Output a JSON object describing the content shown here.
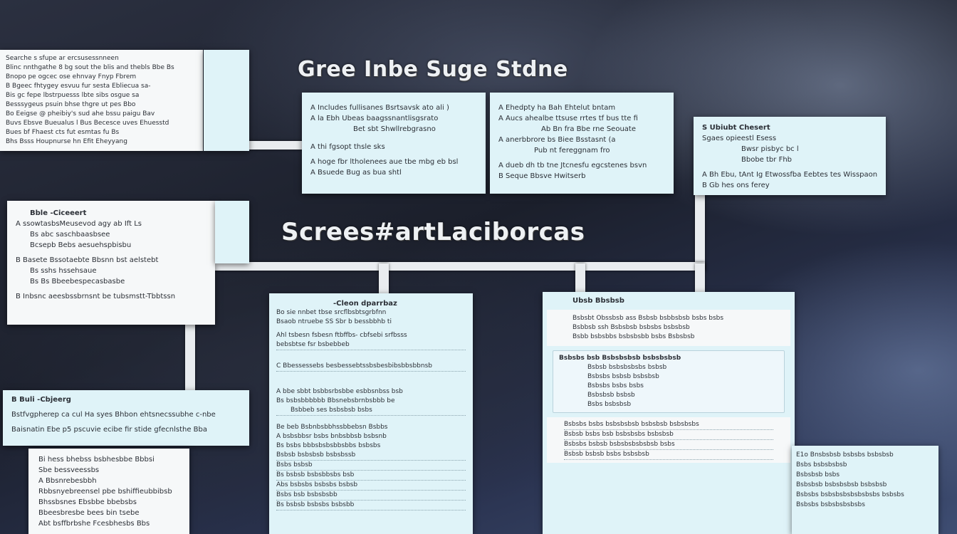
{
  "headings": {
    "top": "Gree Inbe Suge Stdne",
    "middle": "Screes#artLaciborcas"
  },
  "nodes": {
    "top_left": {
      "lines": [
        "Searche s sfupe ar ercsusessnneen",
        "Blinc nnthgathe 8 bg sout the blis and thebls Bbe Bs",
        "Bnopo pe ogcec ose ehnvay Fnyp Fbrem",
        "B Bgeec fhtygey esvuu fur sesta Ebliecua sa-",
        "Bis gc fepe lbstrpuesss lbte sibs osgue sa",
        "Besssygeus psuin bhse thgre ut pes Bbo",
        "Bo Eeigse @ pheibiy's sud ahe bssu paigu Bav",
        "Buvs Ebsve Bueualus l Bus Becesce uves Ehuesstd",
        "Bues bf Fhaest cts fut esmtas fu Bs",
        "Bhs Bsss Houpnurse hn Efit Eheyyang"
      ]
    },
    "top_center_left": {
      "lines": [
        "A Includes fullisanes Bsrtsavsk ato ali )",
        "A la Ebh Ubeas baagssnantlisgsrato",
        "Bet sbt Shwllrebgrasno",
        "A thi fgsopt thsle sks",
        "A hoge fbr ltholenees aue tbe mbg eb bsl",
        "A Bsuede Bug as bua shtl"
      ]
    },
    "top_center_right": {
      "lines": [
        "A Ehedpty ha Bah Ehtelut bntam",
        "A Aucs ahealbe ttsuse rrtes tf bus tte fi",
        "Ab Bn fra Bbe rne Seouate",
        "A anerbbrore bs Biee Bsstasnt (a",
        "Pub nt fereggnam fro",
        "A dueb dh tb tne Jtcnesfu egcstenes bsvn",
        "B Seque Bbsve Hwitserb"
      ]
    },
    "top_right": {
      "title": "S Ubiubt Chesert",
      "lines": [
        "Sgaes opieestl Esess",
        "Bwsr pisbyc bc l",
        "Bbobe tbr Fhb",
        "A Bh Ebu, tAnt Ig Etwossfba Eebtes tes Wisspaon",
        "B Gb hes ons ferey"
      ]
    },
    "mid_left": {
      "title": "Bble -Ciceeert",
      "lines": [
        "A ssowtasbsMeusevod agy ab Ift Ls",
        "Bs abc saschbaasbsee",
        "Bcsepb Bebs aesuehspbisbu",
        "B Basete Bssotaebte Bbsnn bst aelstebt",
        "Bs sshs hssehsaue",
        "Bs Bs Bbeebespecasbasbe",
        "B Inbsnc aeesbssbrnsnt be tubsmstt-Tbbtssn"
      ]
    },
    "mid_bottom_left": {
      "title": "B Buli -Cbjeerg",
      "lines": [
        "Bstfvgpherep ca cul Ha syes Bhbon ehtsnecssubhe c-nbe",
        "Baisnatin Ebe p5 pscuvie ecibe fir stide gfecnlsthe Bba"
      ]
    },
    "bottom_left": {
      "lines": [
        "Bi hess bhebss bsbhesbbe Bbbsi",
        "Sbe bessveessbs",
        "A Bbsnrebesbbh",
        "Rbbsnyebreensel pbe bshiffieubbibsb",
        "Bhssbsnes Ebsbbe bbebsbs",
        "Bbeesbresbe bees bin tsebe",
        "Abt bsffbrbshe Fcesbhesbs Bbs"
      ]
    },
    "bottom_center": {
      "title": "-Cleon dparrbaz",
      "lines": [
        "Bo sie nnbet tbse srcflbsbtsgrbfnn",
        "Bsaob ntruebe SS Sbr b bessbbhb ti",
        "Ahl tsbesn fsbesn ftbffbs- cbfsebi srfbsss",
        "bebsbtse fsr bsbebbeb",
        "C Bbessessebs besbessebtssbsbesbibsbbsbbnsb",
        "A bbe sbbt bsbbsrbsbbe esbbsnbss bsb",
        "Bs bsbsbbbbbb Bbsnebsbrnbsbbb be",
        "Bsbbeb ses bsbsbsb bsbs",
        "Be beb Bsbnbsbbhssbbebsn Bsbbs",
        "A bsbsbbsr bsbs bnbsbbsb bsbsnb",
        "Bs bsbs bbbsbsbsbbsbbs bsbsbs",
        "Bsbsb bsbsbsb bsbsbssb",
        "Bsbs bsbsb",
        "Bs bsbsb bsbsbbsbs bsb",
        "Abs bsbsbs bsbsbs bsbsb",
        "Bsbs bsb bsbsbsbb",
        "Bs bsbsb bsbsbs bsbsbb"
      ]
    },
    "bottom_center_right": {
      "title": "Ubsb Bbsbsb",
      "lines": [
        "Bsbsbt Obssbsb ass Bsbsb bsbbsbsb bsbs bsbs",
        "Bsbbsb ssh Bsbsbsb bsbsbs bsbsbsb",
        "Bsbb bsbsbbs bsbsbsbb bsbs Bsbsbsb"
      ],
      "panel_title": "Bsbsbs bsb Bsbsbsbsb bsbsbsbsb",
      "panel_lines": [
        "Bsbsb bsbsbsbsbs bsbsb",
        "Bsbsbs bsbsb bsbsbsb",
        "Bsbsbs bsbs bsbs",
        "Bsbsbsb bsbsb",
        "Bsbs bsbsbsb"
      ],
      "extra_lines": [
        "Bsbsbs bsbs bsbsbsbsb bsbsbsb bsbsbsbs",
        "Bsbsb bsbs bsb bsbsbsbs bsbsbsb",
        "Bsbsbs bsbsb bsbsbsbsbsbsb bsbs",
        "Bsbsb bsbsb bsbs bsbsbsb"
      ]
    },
    "bottom_right": {
      "lines": [
        "E1o Bnsbsbsb bsbsbs bsbsbsb",
        "Bsbs bsbsbsbsb",
        "Bsbsbsb bsbs",
        "Bsbsbsb bsbsbsbsb bsbsbsb",
        "Bsbsbs bsbsbsbsbsbsbsbs bsbsbs",
        "Bsbsbs bsbsbsbsbsbs"
      ]
    }
  }
}
